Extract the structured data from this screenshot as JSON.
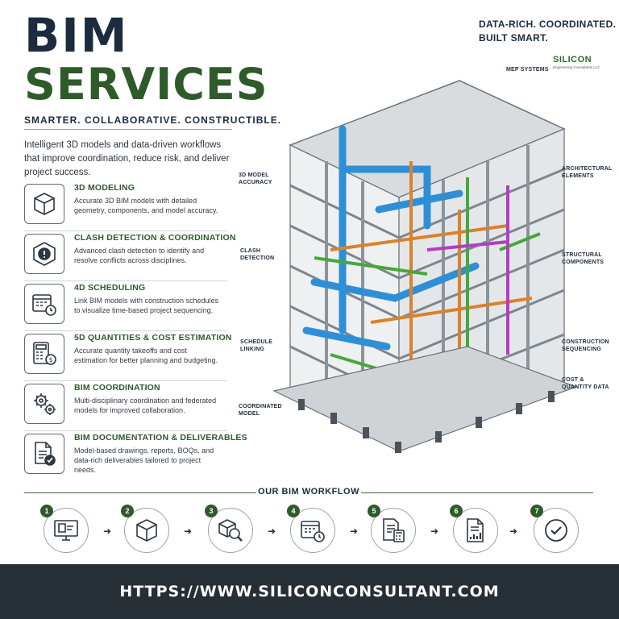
{
  "header": {
    "title_line1": "BIM",
    "title_line2": "SERVICES",
    "tagline": "SMARTER. COLLABORATIVE. CONSTRUCTIBLE.",
    "intro": "Intelligent 3D models and data-driven workflows that improve coordination, reduce risk, and deliver project success."
  },
  "services": [
    {
      "title": "3D MODELING",
      "desc": "Accurate 3D BIM models with detailed geometry, components, and model accuracy.",
      "icon": "cube-icon"
    },
    {
      "title": "CLASH DETECTION & COORDINATION",
      "desc": "Advanced clash detection to identify and resolve conflicts across disciplines.",
      "icon": "clash-alert-icon"
    },
    {
      "title": "4D SCHEDULING",
      "desc": "Link BIM models with construction schedules to visualize time-based project sequencing.",
      "icon": "calendar-clock-icon"
    },
    {
      "title": "5D QUANTITIES & COST ESTIMATION",
      "desc": "Accurate quantity takeoffs and cost estimation for better planning and budgeting.",
      "icon": "calculator-dollar-icon"
    },
    {
      "title": "BIM COORDINATION",
      "desc": "Multi-disciplinary coordination and federated models for improved collaboration.",
      "icon": "gears-icon"
    },
    {
      "title": "BIM DOCUMENTATION & DELIVERABLES",
      "desc": "Model-based drawings, reports, BOQs, and data-rich deliverables tailored to project needs.",
      "icon": "document-check-icon"
    }
  ],
  "headline": {
    "line1": "DATA-RICH. COORDINATED.",
    "line2": "BUILT SMART."
  },
  "logo": {
    "word": "SILICON",
    "sub": "Engineering Consultants LLC"
  },
  "callouts": {
    "mep": "MEP SYSTEMS",
    "model_accuracy": "3D MODEL ACCURACY",
    "architectural": "ARCHITECTURAL ELEMENTS",
    "clash": "CLASH DETECTION",
    "structural": "STRUCTURAL COMPONENTS",
    "schedule": "SCHEDULE LINKING",
    "sequencing": "CONSTRUCTION SEQUENCING",
    "cost": "COST & QUANTITY DATA",
    "coordinated": "COORDINATED MODEL"
  },
  "workflow": {
    "title": "OUR BIM WORKFLOW",
    "steps": [
      {
        "num": "1",
        "icon": "monitor-plan-icon"
      },
      {
        "num": "2",
        "icon": "cube-icon"
      },
      {
        "num": "3",
        "icon": "search-cube-icon"
      },
      {
        "num": "4",
        "icon": "calendar-clock-icon"
      },
      {
        "num": "5",
        "icon": "calculator-doc-icon"
      },
      {
        "num": "6",
        "icon": "report-chart-icon"
      },
      {
        "num": "7",
        "icon": "check-circle-icon"
      }
    ]
  },
  "footer": {
    "url": "HTTPS://WWW.SILICONCONSULTANT.COM"
  },
  "colors": {
    "navy": "#1c2b3d",
    "green": "#2f5a2a",
    "footer_bg": "#262f36",
    "duct_blue": "#2f8fd6",
    "pipe_green": "#45a83a",
    "pipe_orange": "#d9822b",
    "pipe_magenta": "#b23cc4"
  }
}
